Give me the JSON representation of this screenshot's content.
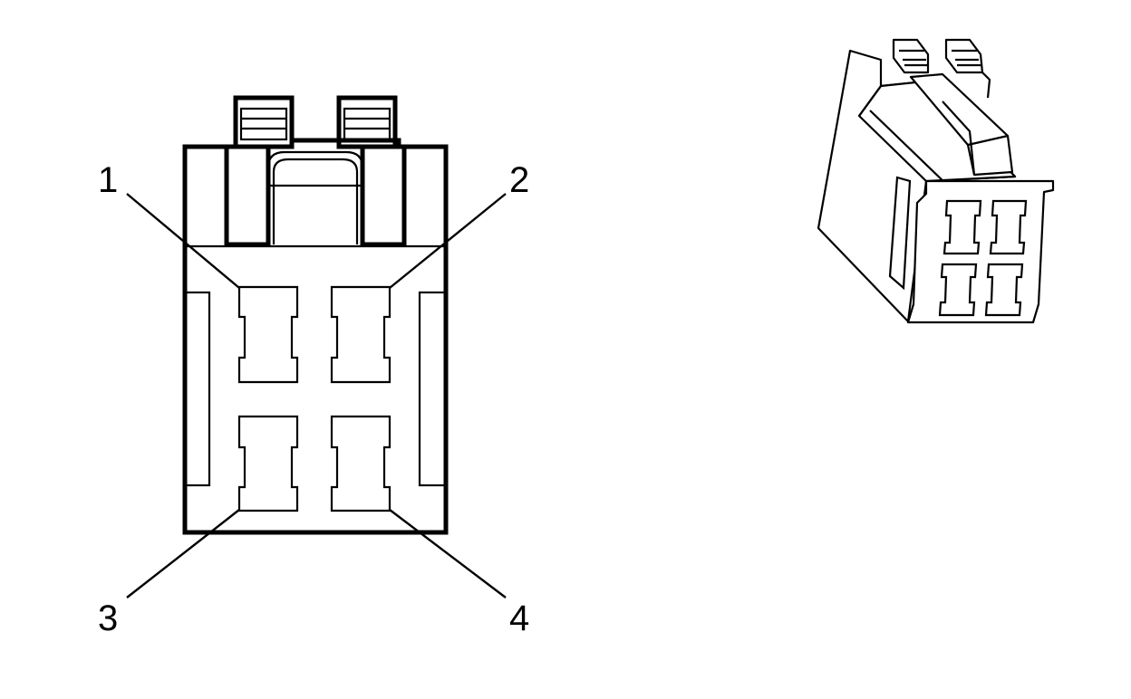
{
  "diagram": {
    "pins": [
      {
        "id": "pin-1",
        "label": "1"
      },
      {
        "id": "pin-2",
        "label": "2"
      },
      {
        "id": "pin-3",
        "label": "3"
      },
      {
        "id": "pin-4",
        "label": "4"
      }
    ],
    "colors": {
      "line": "#000000",
      "background": "#ffffff"
    }
  }
}
